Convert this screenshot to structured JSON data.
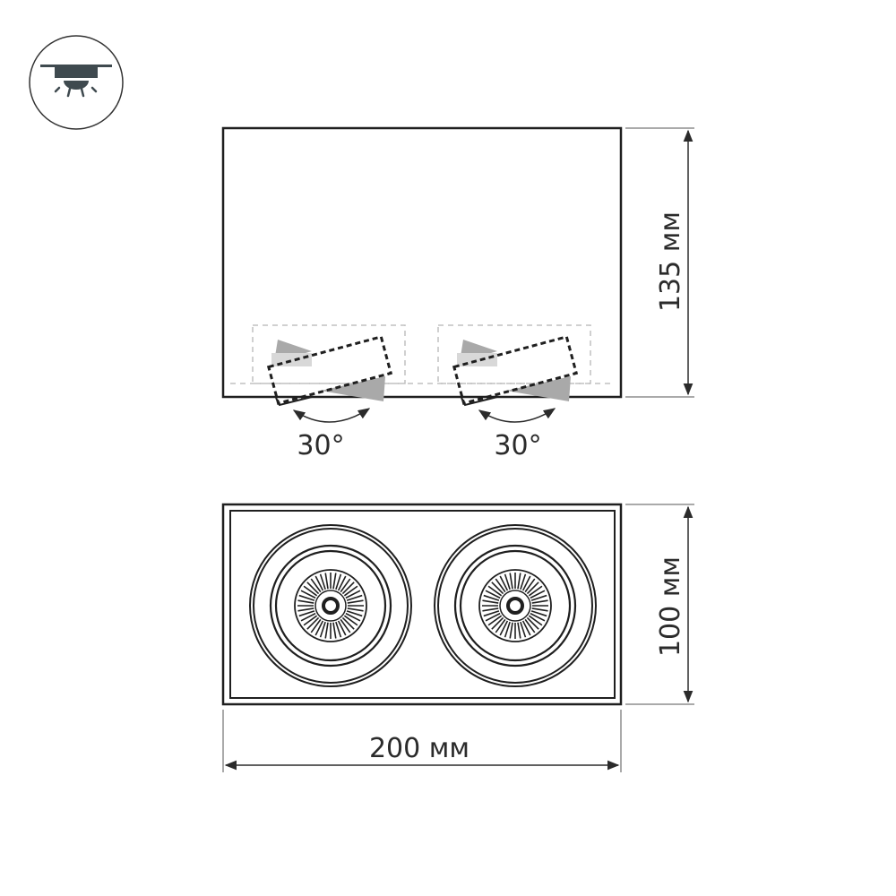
{
  "icon": {
    "name": "ceiling-spotlight-icon"
  },
  "side_view": {
    "height_label": "135 мм",
    "tilt_labels": [
      "30°",
      "30°"
    ]
  },
  "top_view": {
    "height_label": "100 мм",
    "width_label": "200 мм",
    "lamp_count": 2
  },
  "colors": {
    "line": "#1f1f1f",
    "dashed": "#b8b8b8",
    "shade": "#a9a9a9",
    "icon_fill": "#3f4a4f"
  }
}
